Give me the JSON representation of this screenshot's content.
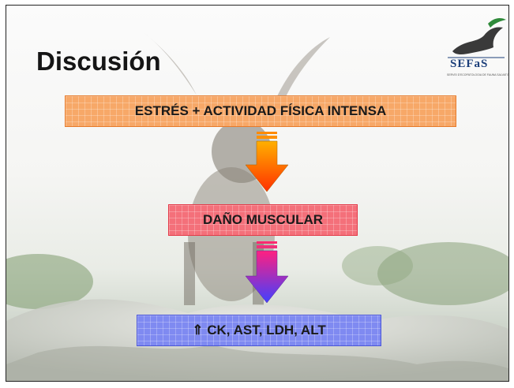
{
  "slide": {
    "title": "Discusión",
    "logo": {
      "text": "SEFaS",
      "subtitle": "SERVEI D'ECOPATOLOGIA DE FAUNA SALVATGE"
    },
    "flow": [
      {
        "label": "ESTRÉS + ACTIVIDAD FÍSICA INTENSA"
      },
      {
        "label": "DAÑO MUSCULAR"
      },
      {
        "label": "⇑ CK, AST, LDH, ALT"
      }
    ]
  },
  "colors": {
    "step1": "#f7a868",
    "step2": "#f4707a",
    "step3": "#7f8af1",
    "arrow1_top": "#ffb000",
    "arrow1_bottom": "#ff3000",
    "arrow2_top": "#ff2080",
    "arrow2_bottom": "#4040ff"
  }
}
